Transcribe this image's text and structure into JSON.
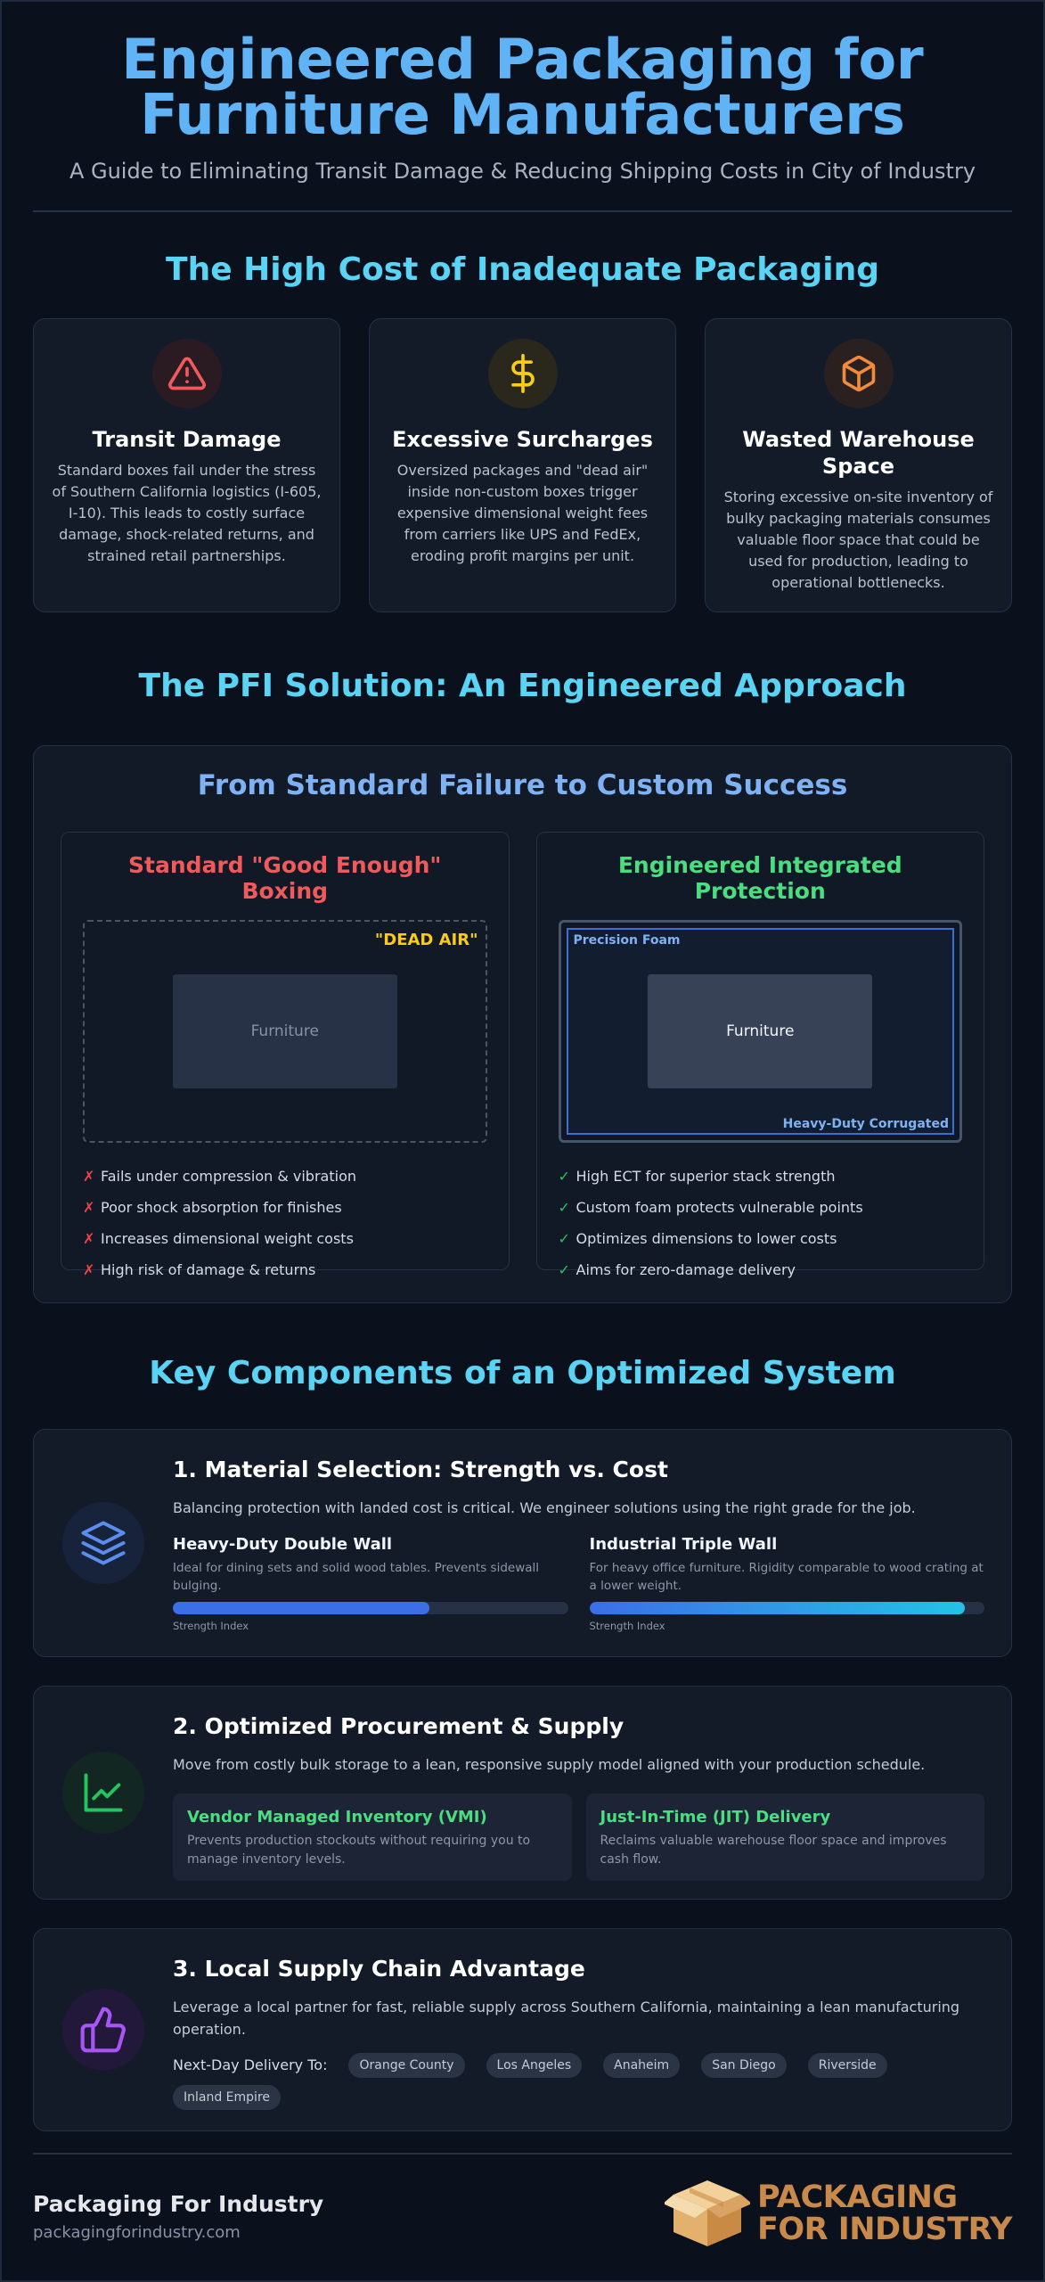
{
  "header": {
    "title_line1": "Engineered Packaging for",
    "title_line2": "Furniture Manufacturers",
    "subtitle": "A Guide to Eliminating Transit Damage & Reducing Shipping Costs in City of Industry"
  },
  "costs": {
    "title": "The High Cost of Inadequate Packaging",
    "cards": [
      {
        "icon": "warning-triangle-icon",
        "title": "Transit Damage",
        "text": "Standard boxes fail under the stress of Southern California logistics (I-605, I-10). This leads to costly surface damage, shock-related returns, and strained retail partnerships."
      },
      {
        "icon": "dollar-sign-icon",
        "title": "Excessive Surcharges",
        "text": "Oversized packages and \"dead air\" inside non-custom boxes trigger expensive dimensional weight fees from carriers like UPS and FedEx, eroding profit margins per unit."
      },
      {
        "icon": "cube-box-icon",
        "title": "Wasted Warehouse Space",
        "text": "Storing excessive on-site inventory of bulky packaging materials consumes valuable floor space that could be used for production, leading to operational bottlenecks."
      }
    ]
  },
  "solution": {
    "title": "The PFI Solution: An Engineered Approach",
    "subtitle": "From Standard Failure to Custom Success",
    "standard": {
      "title": "Standard \"Good Enough\" Boxing",
      "dead_air": "\"DEAD AIR\"",
      "furniture": "Furniture",
      "features": [
        "Fails under compression & vibration",
        "Poor shock absorption for finishes",
        "Increases dimensional weight costs",
        "High risk of damage & returns"
      ],
      "mark": "✗"
    },
    "engineered": {
      "title": "Engineered Integrated Protection",
      "foam_label": "Precision Foam",
      "corrugated_label": "Heavy-Duty Corrugated",
      "furniture": "Furniture",
      "features": [
        "High ECT for superior stack strength",
        "Custom foam protects vulnerable points",
        "Optimizes dimensions to lower costs",
        "Aims for zero-damage delivery"
      ],
      "mark": "✓"
    }
  },
  "components": {
    "title": "Key Components of an Optimized System",
    "material": {
      "icon": "layers-icon",
      "title": "1. Material Selection: Strength vs. Cost",
      "desc": "Balancing protection with landed cost is critical. We engineer solutions using the right grade for the job.",
      "items": [
        {
          "title": "Heavy-Duty Double Wall",
          "text": "Ideal for dining sets and solid wood tables. Prevents sidewall bulging.",
          "strength": 0.65,
          "bar_label": "Strength Index",
          "color": "#3b6fe8"
        },
        {
          "title": "Industrial Triple Wall",
          "text": "For heavy office furniture. Rigidity comparable to wood crating at a lower weight.",
          "strength": 0.95,
          "bar_label": "Strength Index",
          "color": "#22c3e6"
        }
      ]
    },
    "procurement": {
      "icon": "trend-chart-icon",
      "title": "2. Optimized Procurement & Supply",
      "desc": "Move from costly bulk storage to a lean, responsive supply model aligned with your production schedule.",
      "items": [
        {
          "title": "Vendor Managed Inventory (VMI)",
          "text": "Prevents production stockouts without requiring you to manage inventory levels."
        },
        {
          "title": "Just-In-Time (JIT) Delivery",
          "text": "Reclaims valuable warehouse floor space and improves cash flow."
        }
      ]
    },
    "local": {
      "icon": "thumbs-up-icon",
      "title": "3. Local Supply Chain Advantage",
      "desc": "Leverage a local partner for fast, reliable supply across Southern California, maintaining a lean manufacturing operation.",
      "delivery_label": "Next-Day Delivery To:",
      "regions": [
        "Orange County",
        "Los Angeles",
        "Anaheim",
        "San Diego",
        "Riverside",
        "Inland Empire"
      ]
    }
  },
  "footer": {
    "name": "Packaging For Industry",
    "url": "packagingforindustry.com",
    "logo_line1": "PACKAGING",
    "logo_line2": "FOR INDUSTRY"
  }
}
